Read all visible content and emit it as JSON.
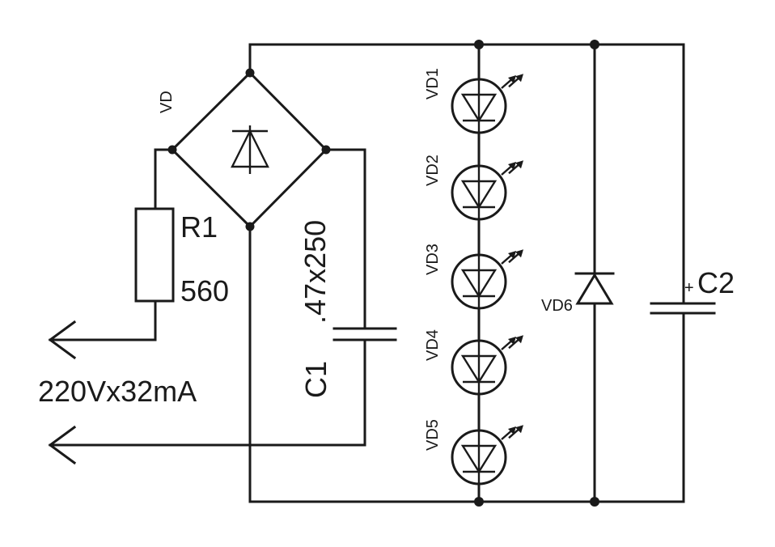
{
  "diagram": {
    "bridge": {
      "label": "VD"
    },
    "resistor": {
      "name": "R1",
      "value": "560"
    },
    "source": {
      "label": "220Vx32mA"
    },
    "capacitor1": {
      "name": "C1",
      "value": ".47x250"
    },
    "leds": [
      {
        "label": "VD1"
      },
      {
        "label": "VD2"
      },
      {
        "label": "VD3"
      },
      {
        "label": "VD4"
      },
      {
        "label": "VD5"
      }
    ],
    "zener": {
      "label": "VD6"
    },
    "capacitor2": {
      "name": "C2",
      "polarity": "+"
    }
  }
}
